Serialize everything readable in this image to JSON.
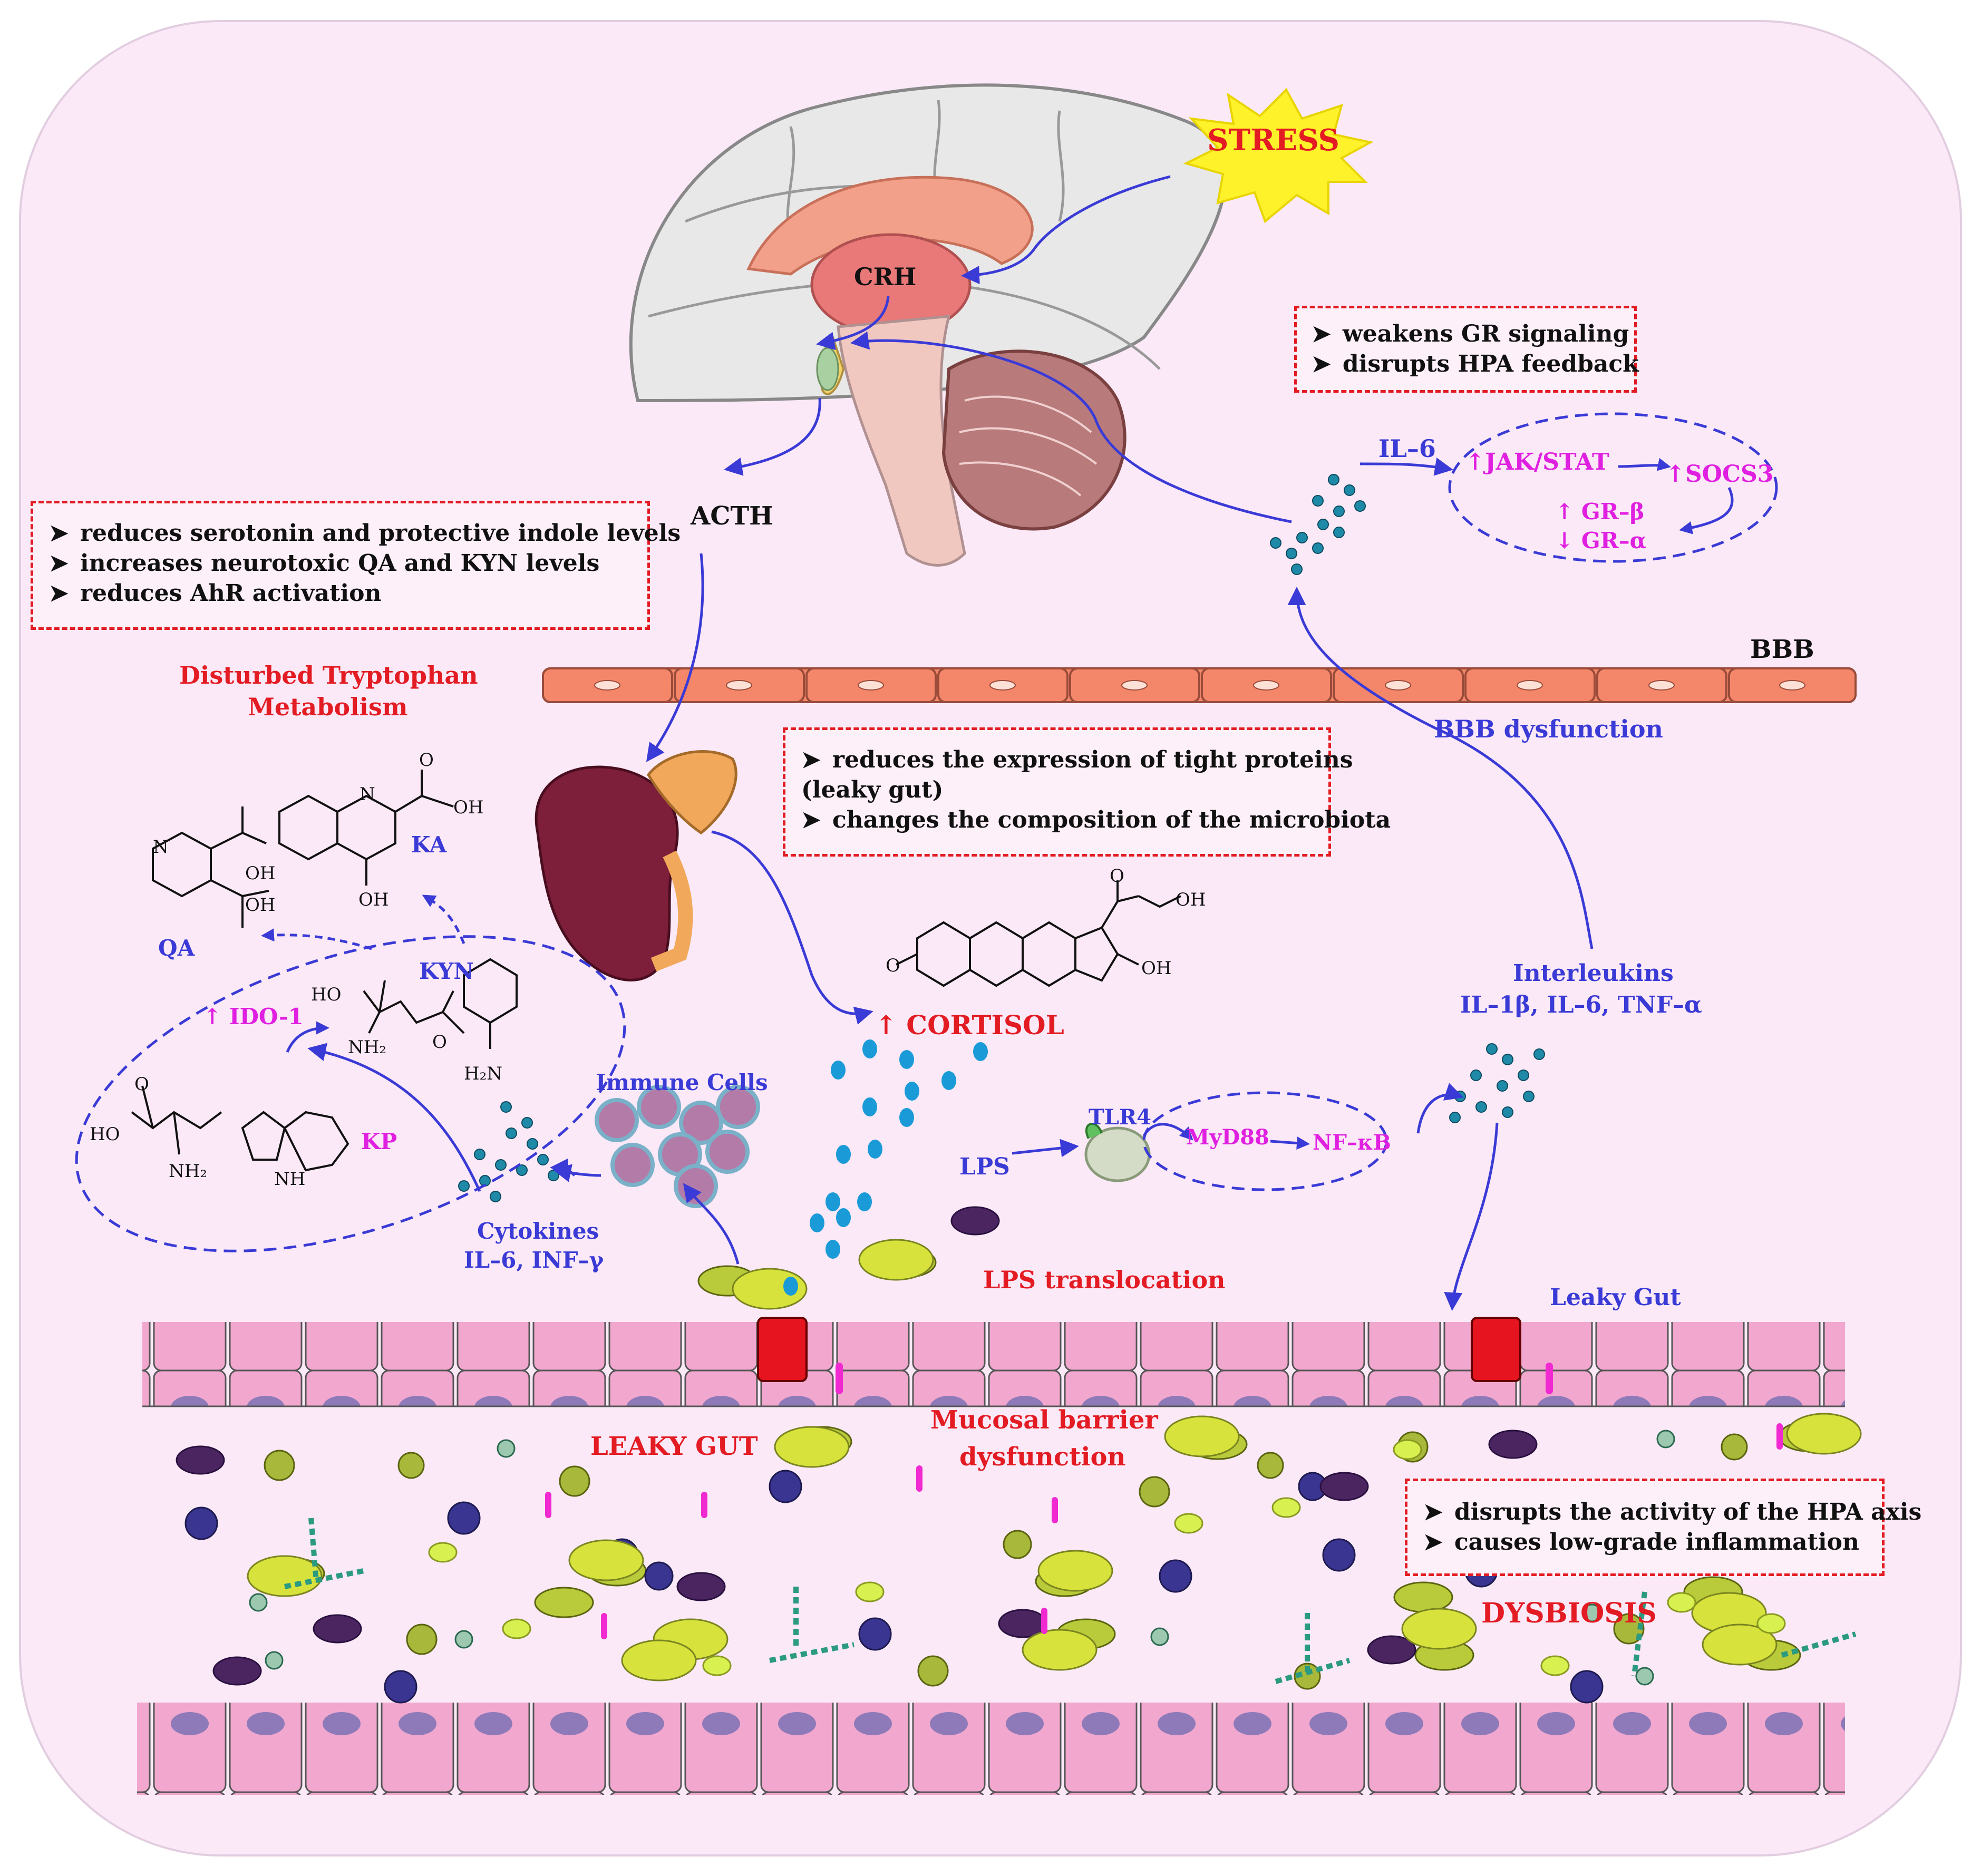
{
  "labels": {
    "stress": "STRESS",
    "crh": "CRH",
    "acth": "ACTH",
    "bbb": "BBB",
    "bbb_dysfunction": "BBB dysfunction",
    "il6_top": "IL–6",
    "jak_stat": "↑JAK/STAT",
    "socs3": "↑SOCS3",
    "gr_beta": "↑  GR–β",
    "gr_alpha": "↓  GR–α",
    "tryptophan_line1": "Disturbed  Tryptophan",
    "tryptophan_line2": "Metabolism",
    "qa": "QA",
    "ka": "KA",
    "kyn": "KYN",
    "ido1": "↑ IDO-1",
    "kp": "KP",
    "cortisol": "↑  CORTISOL",
    "immune_cells": "Immune Cells",
    "cytokines_line1": "Cytokines",
    "cytokines_line2": "IL–6, INF–γ",
    "interleukins_line1": "Interleukins",
    "interleukins_line2": "IL–1β, IL–6, TNF–α",
    "tlr4": "TLR4",
    "lps": "LPS",
    "myd88": "MyD88",
    "nfkb": "NF–κB",
    "lps_translocation": "LPS translocation",
    "leaky_gut_right": "Leaky Gut",
    "leaky_gut_caps": "LEAKY GUT",
    "mucosal_line1": "Mucosal barrier",
    "mucosal_line2": "dysfunction",
    "dysbiosis": "DYSBIOSIS"
  },
  "chem": {
    "oh": "OH",
    "ho": "HO",
    "n": "N",
    "nh": "NH",
    "nh2": "NH₂",
    "h2n": "H₂N",
    "o": "O"
  },
  "notes": {
    "gr": {
      "items": [
        "weakens GR signaling",
        "disrupts HPA feedback"
      ]
    },
    "tryptophan": {
      "items": [
        "reduces serotonin and protective indole levels",
        "increases neurotoxic QA and KYN levels",
        "reduces AhR activation"
      ]
    },
    "cortisol": {
      "items": [
        "reduces the expression of tight proteins",
        "(leaky gut)",
        "changes the composition of the microbiota"
      ]
    },
    "dysbiosis": {
      "items": [
        "disrupts the activity of the HPA axis",
        "causes low-grade inflammation"
      ]
    }
  },
  "colors": {
    "label_red": "#e31b23",
    "label_blue": "#3a3ad6",
    "label_magenta": "#e020e0",
    "arrow_blue": "#3a3ad6",
    "background": "#fbe9f7"
  }
}
